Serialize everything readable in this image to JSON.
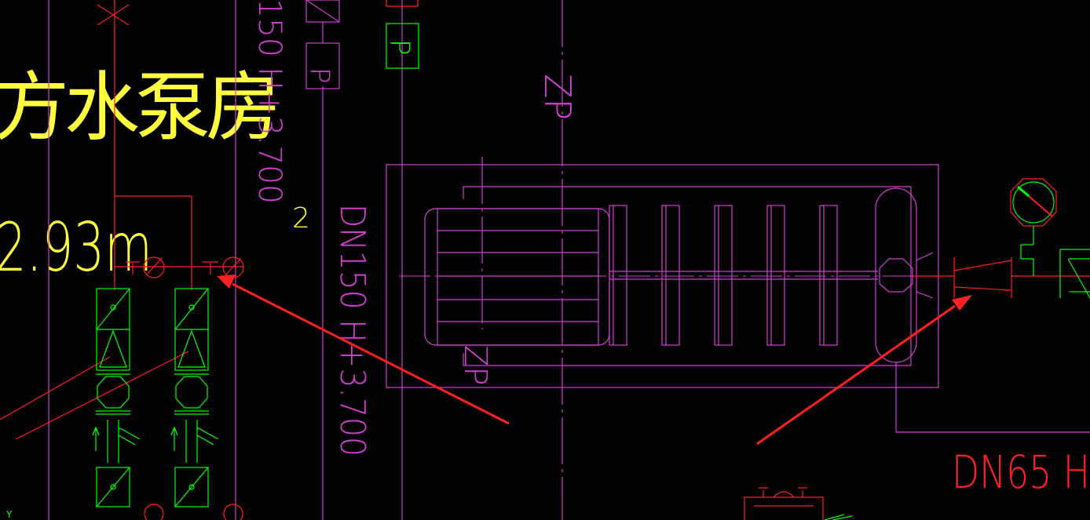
{
  "colors": {
    "background": "#000000",
    "magenta": "#d040d0",
    "green": "#00ff00",
    "yellow": "#ffff40",
    "red": "#ff2020",
    "white": "#ffffff"
  },
  "labels": {
    "room_name": "消防水泵房",
    "room_name_visible": "方水泵房",
    "elevation": "2.93m",
    "pipe_left": "150 H+3.700",
    "pipe_left_sup": "2",
    "pipe_main": "DN150 H+3.700",
    "zp_top": "ZP",
    "zp_bottom": "ZP",
    "p_label_1": "P",
    "p_label_2": "P",
    "dn65": "DN65 H",
    "axis_y": "Y"
  },
  "annotations": [
    {
      "name": "arrow-to-valve",
      "target": "valve near pump"
    },
    {
      "name": "arrow-to-reducer",
      "target": "pipe reducer"
    }
  ]
}
